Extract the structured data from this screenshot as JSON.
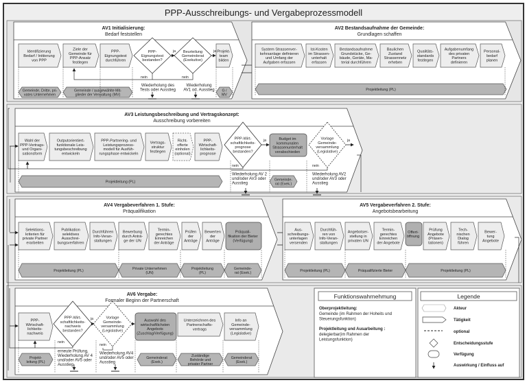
{
  "title": "PPP-Ausschreibungs- und Vergabeprozessmodell",
  "colors": {
    "background": "#eeeeee",
    "frame": "#333333",
    "activity_fill": "#ededed",
    "actor_fill": "#b5b5b5",
    "decision_fill": "#ffffff",
    "highlight_fill": "#b0b0b0",
    "line": "#444444"
  },
  "phases": [
    {
      "id": "AV1",
      "title": "AV1 Initialisierung:",
      "subtitle": "Bedarf feststellen",
      "activities": [
        {
          "lines": [
            "Identifizierung",
            "Bedarf / Initiierung",
            "von PPP"
          ],
          "kind": "activity"
        },
        {
          "lines": [
            "Ziele der",
            "Gemeinde für",
            "PPP-Ansatz",
            "festlegen"
          ],
          "kind": "activity"
        },
        {
          "lines": [
            "PPP-",
            "Eignungstest",
            "durchführen"
          ],
          "kind": "activity"
        },
        {
          "lines": [
            "PPP-",
            "Eignungstest",
            "bestanden?"
          ],
          "kind": "decision"
        },
        {
          "lines": [
            "Beurteilung",
            "Gemeinderat",
            "(Exekutive)"
          ],
          "kind": "decision"
        },
        {
          "lines": [
            "Projekt-",
            "team",
            "bilden"
          ],
          "kind": "activity"
        }
      ],
      "edge_labels": [
        "ja",
        "ja",
        "nein",
        "nein"
      ],
      "notes": [
        {
          "lines": [
            "Wiederholung des",
            "Tests oder Ausstieg"
          ]
        },
        {
          "lines": [
            "Wiederholung",
            "AV1 od. Ausstieg"
          ]
        }
      ],
      "actors": [
        {
          "lines": [
            "Gemeinde, Dritte, pri-",
            "vates Unternehmen"
          ]
        },
        {
          "lines": [
            "Gemeinde  / ausgewählte Mit-",
            "glieder der Verwaltung (MV)"
          ]
        },
        {
          "lines": [
            "G /",
            "MV"
          ]
        }
      ]
    },
    {
      "id": "AV2",
      "title": "AV2 Bestandsaufnahme der Gemeinde:",
      "subtitle": "Grundlagen schaffen",
      "activities": [
        {
          "lines": [
            "System Strassenver-",
            "kehrsanlage definieren",
            "und Umfang der",
            "Aufgaben erfassen"
          ],
          "kind": "activity"
        },
        {
          "lines": [
            "Ist-Kosten",
            "im Strassen-",
            "unterhalt",
            "erfassen"
          ],
          "kind": "activity"
        },
        {
          "lines": [
            "Bestandsaufnahme",
            "Grundstücke, Ge-",
            "bäude, Geräte, Ma-",
            "terial durchführen"
          ],
          "kind": "activity"
        },
        {
          "lines": [
            "Baulichen",
            "Zustand",
            "Strassennetz",
            "erheben"
          ],
          "kind": "activity"
        },
        {
          "lines": [
            "Qualitäts-",
            "standards",
            "festlegen"
          ],
          "kind": "activity"
        },
        {
          "lines": [
            "Aufgabenumfang",
            "des privaten",
            "Partners",
            "definieren"
          ],
          "kind": "activity"
        },
        {
          "lines": [
            "Personal-",
            "bedarf",
            "planen"
          ],
          "kind": "activity"
        }
      ],
      "actors": [
        {
          "lines": [
            "Projektleitung (PL)"
          ]
        }
      ]
    },
    {
      "id": "AV3",
      "title": "AV3 Leistungsbeschreibung und Vertragskonzept:",
      "subtitle": "Ausschreibung vorbereiten",
      "activities": [
        {
          "lines": [
            "Wahl der",
            "PPP-Vertrags-",
            "und Organi-",
            "sationsform"
          ],
          "kind": "activity"
        },
        {
          "lines": [
            "Outputorientiert-",
            "funktionale Leis-",
            "tungsbeschreibung",
            "entwickeln"
          ],
          "kind": "activity"
        },
        {
          "lines": [
            "PPP-Partnering- und",
            "Leistungsprozess-",
            "modell für Ausfüh-",
            "rungsphase entwickeln"
          ],
          "kind": "activity"
        },
        {
          "lines": [
            "Vertrags-",
            "struktur",
            "festlegen"
          ],
          "kind": "activity"
        },
        {
          "lines": [
            "Richt-",
            "offerte",
            "einholen",
            "(optional)"
          ],
          "kind": "optional"
        },
        {
          "lines": [
            "PPP-",
            "Wirtschaft-",
            "lichkeits-",
            "prognose"
          ],
          "kind": "activity"
        },
        {
          "lines": [
            "PPP-Wirt-",
            "schaftlichkeits-",
            "prognose",
            "bestanden?"
          ],
          "kind": "decision"
        },
        {
          "lines": [
            "Budget im",
            "kommunalen",
            "Strassenunterhalt",
            "verabschieden"
          ],
          "kind": "decree"
        },
        {
          "lines": [
            "Vorlage",
            "Gemeinde-",
            "versammlung",
            "(Legislative)"
          ],
          "kind": "decision-optional"
        }
      ],
      "edge_labels": [
        "ja",
        "ja",
        "nein",
        "nein"
      ],
      "notes": [
        {
          "lines": [
            "Wiederholung AV 2",
            "und/oder AV3 oder",
            "Ausstieg"
          ]
        },
        {
          "lines": [
            "Wiederholung AV2",
            "und/oder AV3 oder",
            "Ausstieg"
          ]
        }
      ],
      "actors": [
        {
          "lines": [
            "Projektleitung (PL)"
          ]
        },
        {
          "lines": [
            "Gemeinde-",
            "rat (Exek.)"
          ]
        }
      ]
    },
    {
      "id": "AV4",
      "title": "AV4 Vergabeverfahren 1. Stufe:",
      "subtitle": "Präqualifikation",
      "activities": [
        {
          "lines": [
            "Selektions-",
            "kriterien für",
            "private Partner",
            "erarbeiten"
          ],
          "kind": "activity"
        },
        {
          "lines": [
            "Publikation",
            "selektives",
            "Ausschrei-",
            "bungsverfahren"
          ],
          "kind": "activity"
        },
        {
          "lines": [
            "Durchführen",
            "Info-Veran-",
            "staltungen"
          ],
          "kind": "activity"
        },
        {
          "lines": [
            "Bewerbung",
            "durch Anträ-",
            "ge der UN"
          ],
          "kind": "activity"
        },
        {
          "lines": [
            "Termin-",
            "gerechtes",
            "Einreichen",
            "der Anträge"
          ],
          "kind": "activity"
        },
        {
          "lines": [
            "Prüfen",
            "der",
            "Anträge"
          ],
          "kind": "activity"
        },
        {
          "lines": [
            "Bewerten",
            "der",
            "Anträge"
          ],
          "kind": "activity"
        },
        {
          "lines": [
            "Präquali-",
            "fikation der Bieter",
            "(Verfügung)"
          ],
          "kind": "decree"
        }
      ],
      "actors": [
        {
          "lines": [
            "Projektleitung (PL)"
          ]
        },
        {
          "lines": [
            "Private Unternehmen",
            "(UN)"
          ]
        },
        {
          "lines": [
            "Projektleitung",
            "(PL)"
          ]
        },
        {
          "lines": [
            "Gemeinde-",
            "rat (Exek.)"
          ]
        }
      ]
    },
    {
      "id": "AV5",
      "title": "AV5 Vergabeverfahren 2. Stufe:",
      "subtitle": "Angebotsbearbeitung",
      "activities": [
        {
          "lines": [
            "Aus-",
            "schreibungs-",
            "unterlagen",
            "versenden"
          ],
          "kind": "activity"
        },
        {
          "lines": [
            "Durchfüh-",
            "ren von",
            "Info-Veran-",
            "staltungen"
          ],
          "kind": "activity"
        },
        {
          "lines": [
            "Angebotser-",
            "stellung in",
            "privaten UN"
          ],
          "kind": "activity"
        },
        {
          "lines": [
            "Termin-",
            "gerechtes",
            "Einreichen",
            "der Angebote"
          ],
          "kind": "activity"
        },
        {
          "lines": [
            "Offert-",
            "öffnung"
          ],
          "kind": "decree"
        },
        {
          "lines": [
            "Prüfung",
            "Angebote",
            "(Präsen-",
            "tationen)"
          ],
          "kind": "activity"
        },
        {
          "lines": [
            "Tech-",
            "nischen",
            "Dialog",
            "führen"
          ],
          "kind": "activity"
        },
        {
          "lines": [
            "Bewer-",
            "tung",
            "Angebote"
          ],
          "kind": "activity"
        }
      ],
      "actors": [
        {
          "lines": [
            "Projektleitung (PL)"
          ]
        },
        {
          "lines": [
            "Präqualifizierte Bieter"
          ]
        },
        {
          "lines": [
            "Projektleitung (PL)"
          ]
        }
      ]
    },
    {
      "id": "AV6",
      "title": "AV6 Vergabe:",
      "subtitle": "Formaler Beginn der Partnerschaft",
      "activities": [
        {
          "lines": [
            "PPP-",
            "Wirtschaft-",
            "lichkeits-",
            "nachweis"
          ],
          "kind": "activity"
        },
        {
          "lines": [
            "PPP-Wirt-",
            "schaftlichkeits-",
            "nachweis",
            "bestanden?"
          ],
          "kind": "decision"
        },
        {
          "lines": [
            "Vorlage",
            "Gemeinde-",
            "versammlung",
            "(Legislative)"
          ],
          "kind": "decision-optional"
        },
        {
          "lines": [
            "Auswahl des",
            "wirtschaftlichsten",
            "Angebots",
            "(Zuschlag/Verfügung)"
          ],
          "kind": "decree"
        },
        {
          "lines": [
            "Unterzeichnen des",
            "Partnerschafts-",
            "vertrags"
          ],
          "kind": "activity"
        },
        {
          "lines": [
            "Info an",
            "Gemeinde-",
            "versammlung",
            "(Legislative)"
          ],
          "kind": "activity"
        }
      ],
      "edge_labels": [
        "ja",
        "nein",
        "nein"
      ],
      "notes": [
        {
          "lines": [
            "erneute Prüfung,",
            "Wiederholung AV 4",
            "und/oder AV5 oder",
            "Ausstieg"
          ]
        },
        {
          "lines": [
            "Wiederholung AV4",
            "und/oder AV5 oder",
            "Ausstieg"
          ]
        }
      ],
      "actors": [
        {
          "lines": [
            "Projekt-",
            "leitung (PL)"
          ]
        },
        {
          "lines": [
            "Gemeinderat",
            "(Exek.)"
          ]
        },
        {
          "lines": [
            "Zuständige",
            "Behörde und",
            "privater Partner"
          ]
        },
        {
          "lines": [
            "Gemeinderat",
            "(Exek.)"
          ]
        }
      ]
    }
  ],
  "functions_panel": {
    "title": "Funktionswahrnehmung",
    "sections": [
      {
        "heading": "Oberprojektleitung:",
        "lines": [
          "Gemeinde (im Rahmen der Hoheits und",
          "Steuerungsfunktion)"
        ]
      },
      {
        "heading": "Projektleitung und Ausarbeitung :",
        "lines": [
          "delegierbar(im Rahmen der",
          "Leistungsfunktion)"
        ]
      }
    ]
  },
  "legend": {
    "title": "Legende",
    "items": [
      {
        "icon": "actor-hexagon-icon",
        "label": "Akteur"
      },
      {
        "icon": "activity-pentagon-icon",
        "label": "Tätigkeit"
      },
      {
        "icon": "dashed-line-icon",
        "label": "optional"
      },
      {
        "icon": "diamond-icon",
        "label": "Entscheidungsstufe"
      },
      {
        "icon": "rounded-rect-icon",
        "label": "Verfügung"
      },
      {
        "icon": "arrow-down-icon",
        "label": "Auswirkung / Einfluss auf"
      }
    ]
  }
}
